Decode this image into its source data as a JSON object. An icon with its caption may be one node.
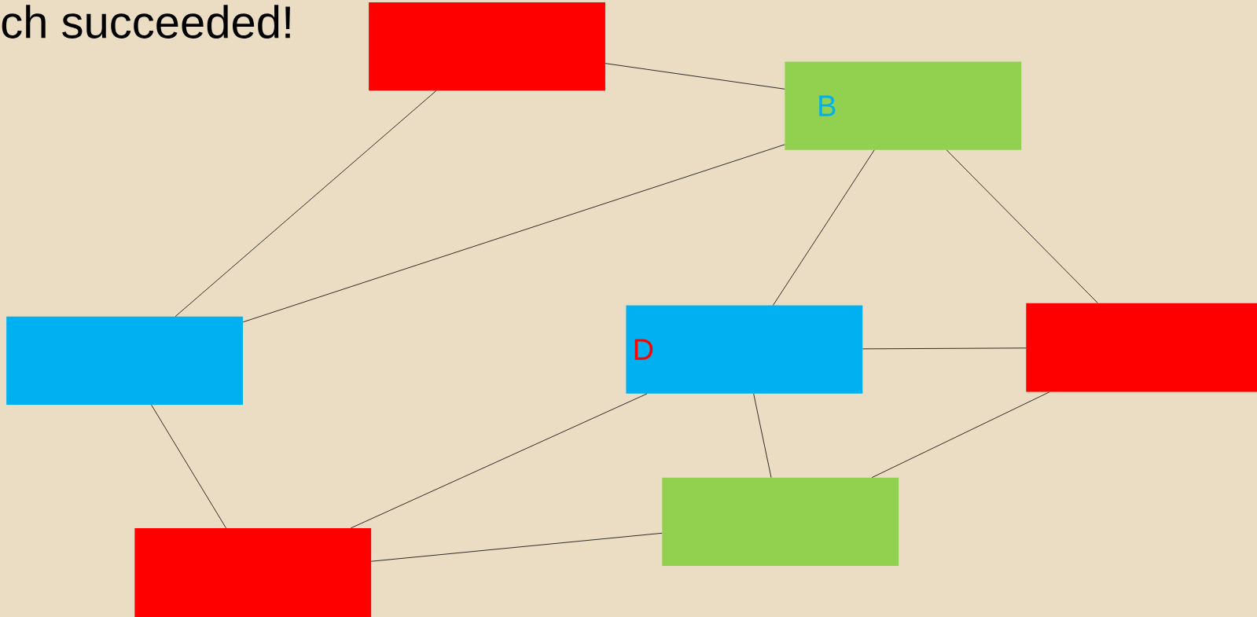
{
  "diagram": {
    "nodes": [
      {
        "text": [],
        "shape": "box"
      },
      {
        "text": [
          "B"
        ]
      },
      {
        "text": [],
        "shape": "box"
      },
      {
        "text": [
          "D"
        ]
      },
      {
        "text": [],
        "shape": "box"
      },
      {
        "text": [],
        "shape": "box"
      },
      {
        "text": [],
        "shape": "box"
      }
    ],
    "edges": [
      {
        "from": 0,
        "to": 1,
        "arrow": "none"
      },
      {
        "from": 0,
        "to": 2,
        "arrow": "none"
      },
      {
        "from": 1,
        "to": 2,
        "arrow": "none"
      },
      {
        "from": 1,
        "to": 3,
        "arrow": "none"
      },
      {
        "from": 1,
        "to": 4,
        "arrow": "none"
      },
      {
        "from": 3,
        "to": 4,
        "arrow": "none"
      },
      {
        "from": 2,
        "to": 6,
        "arrow": "none"
      },
      {
        "from": 3,
        "to": 6,
        "arrow": "none"
      },
      {
        "from": 3,
        "to": 5,
        "arrow": "none"
      },
      {
        "from": 6,
        "to": 5,
        "arrow": "none"
      },
      {
        "from": 4,
        "to": 5,
        "arrow": "none"
      }
    ],
    "labels": [
      "ch succeeded!"
    ]
  }
}
